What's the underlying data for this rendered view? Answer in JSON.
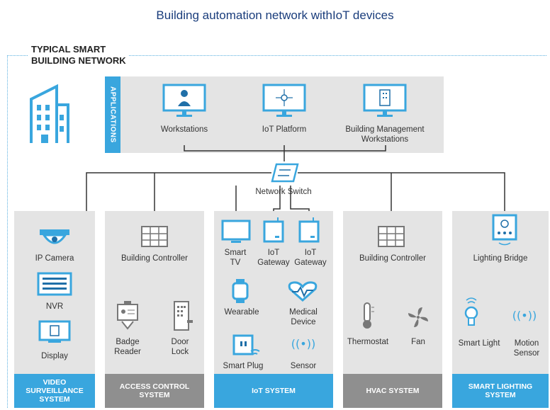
{
  "title": "Building automation network withIoT devices",
  "network": {
    "title_line1": "TYPICAL SMART",
    "title_line2": "BUILDING NETWORK"
  },
  "applications": {
    "tab": "APPLICATIONS",
    "workstations": "Workstations",
    "iot_platform": "IoT Platform",
    "bms_line1": "Building Management",
    "bms_line2": "Workstations"
  },
  "switch": "Network Switch",
  "video": {
    "ip_camera": "IP Camera",
    "nvr": "NVR",
    "display": "Display",
    "footer_l1": "VIDEO",
    "footer_l2": "SURVEILLANCE",
    "footer_l3": "SYSTEM"
  },
  "access": {
    "controller": "Building Controller",
    "badge_l1": "Badge",
    "badge_l2": "Reader",
    "door_l1": "Door",
    "door_l2": "Lock",
    "footer_l1": "ACCESS CONTROL",
    "footer_l2": "SYSTEM"
  },
  "iot": {
    "smart_tv_l1": "Smart",
    "smart_tv_l2": "TV",
    "gateway1_l1": "IoT",
    "gateway1_l2": "Gateway",
    "gateway2_l1": "IoT",
    "gateway2_l2": "Gateway",
    "wearable": "Wearable",
    "medical_l1": "Medical",
    "medical_l2": "Device",
    "smart_plug": "Smart Plug",
    "sensor": "Sensor",
    "footer": "IoT SYSTEM"
  },
  "hvac": {
    "controller": "Building Controller",
    "thermostat": "Thermostat",
    "fan": "Fan",
    "footer": "HVAC SYSTEM"
  },
  "lighting": {
    "bridge": "Lighting Bridge",
    "smart_light": "Smart Light",
    "motion_l1": "Motion",
    "motion_l2": "Sensor",
    "footer_l1": "SMART LIGHTING",
    "footer_l2": "SYSTEM"
  },
  "colors": {
    "accent": "#39a6de",
    "panel": "#e4e4e4",
    "title": "#1a3d7c"
  }
}
